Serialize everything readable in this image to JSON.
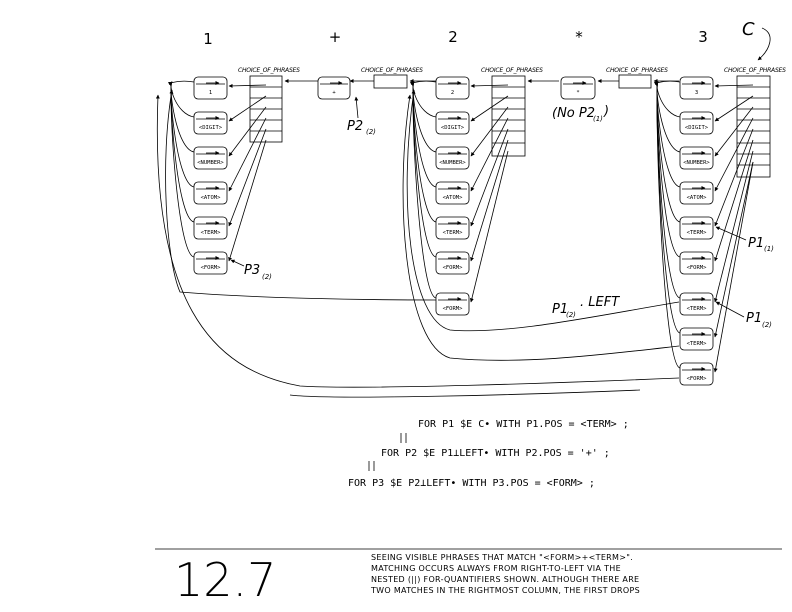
{
  "tokens": [
    "1",
    "+",
    "2",
    "*",
    "3"
  ],
  "c_label": "C",
  "header_label": "CHOICE_OF_PHRASES",
  "columns": [
    {
      "nodes": [
        "1",
        "<DIGIT>",
        "<NUMBER>",
        "<ATOM>",
        "<TERM>",
        "<FORM>"
      ]
    },
    {
      "nodes": [
        "2",
        "<DIGIT>",
        "<NUMBER>",
        "<ATOM>",
        "<TERM>",
        "<FORM>",
        "<FORM>"
      ]
    },
    {
      "nodes": [
        "3",
        "<DIGIT>",
        "<NUMBER>",
        "<ATOM>",
        "<TERM>",
        "<FORM>",
        "<TERM>",
        "<TERM>",
        "<FORM>"
      ]
    }
  ],
  "op_nodes": [
    "+",
    "*"
  ],
  "annotations": {
    "p2": "P2",
    "p2_sub": "(2)",
    "no_p2": "(No P2",
    "no_p2_sub": "(1)",
    "no_p2_close": ")",
    "p3": "P3",
    "p3_sub": "(2)",
    "p1a": "P1",
    "p1a_sub": "(1)",
    "p1_left_a": "P1",
    "p1_left_sub": "(2)",
    "p1_left_b": ". LEFT",
    "p1b": "P1",
    "p1b_sub": "(2)"
  },
  "code_lines": [
    "FOR P1 $E C•  WITH  P1.POS = <TERM> ;",
    "FOR P2 $E P1⊥LEFT•  WITH  P2.POS = '+' ;",
    "FOR P3 $E P2⊥LEFT•  WITH  P3.POS = <FORM> ;"
  ],
  "figure_number": "12.7",
  "caption_lines": [
    "SEEING VISIBLE PHRASES THAT MATCH \"<FORM>+<TERM>\".",
    "MATCHING OCCURS ALWAYS FROM RIGHT-TO-LEFT VIA THE",
    "NESTED (||) FOR-QUANTIFIERS SHOWN.  ALTHOUGH THERE ARE",
    "TWO MATCHES IN THE RIGHTMOST COLUMN, THE FIRST DROPS"
  ]
}
